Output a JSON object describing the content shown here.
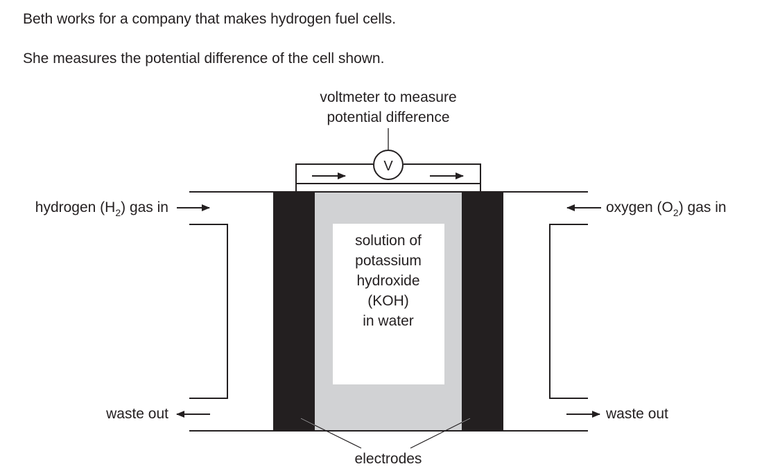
{
  "intro": {
    "line1": "Beth works for a company that makes hydrogen fuel cells.",
    "line2": "She measures the potential difference of the cell shown."
  },
  "diagram": {
    "voltmeter_label_line1": "voltmeter to measure",
    "voltmeter_label_line2": "potential difference",
    "voltmeter_symbol": "V",
    "hydrogen_in": {
      "prefix": "hydrogen (H",
      "subscript": "2",
      "suffix": ") gas in"
    },
    "oxygen_in": {
      "prefix": "oxygen (O",
      "subscript": "2",
      "suffix": ") gas in"
    },
    "waste_out_left": "waste out",
    "waste_out_right": "waste out",
    "electrolyte_lines": [
      "solution of",
      "potassium",
      "hydroxide",
      "(KOH)",
      "in water"
    ],
    "electrodes_label": "electrodes",
    "colors": {
      "ink": "#231f20",
      "electrode": "#231f20",
      "electrolyte": "#d1d2d4",
      "background": "#ffffff"
    }
  }
}
